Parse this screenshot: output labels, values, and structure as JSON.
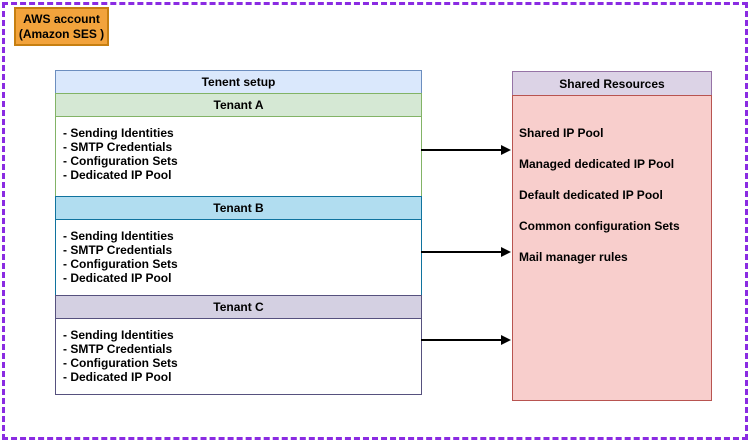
{
  "aws_account": {
    "line1": "AWS account",
    "line2": "(Amazon SES )"
  },
  "tenant_setup": {
    "title": "Tenent setup"
  },
  "tenants": [
    {
      "name": "Tenant A",
      "items": [
        "- Sending Identities",
        "- SMTP Credentials",
        "- Configuration Sets",
        "- Dedicated IP Pool"
      ]
    },
    {
      "name": "Tenant B",
      "items": [
        "- Sending Identities",
        "- SMTP Credentials",
        "- Configuration Sets",
        "- Dedicated IP Pool"
      ]
    },
    {
      "name": "Tenant C",
      "items": [
        "- Sending Identities",
        "- SMTP Credentials",
        "- Configuration Sets",
        "- Dedicated IP Pool"
      ]
    }
  ],
  "shared_resources": {
    "title": "Shared Resources",
    "items": [
      "Shared IP Pool",
      "Managed dedicated IP Pool",
      "Default dedicated IP Pool",
      "Common configuration Sets",
      "Mail manager rules"
    ]
  },
  "colors": {
    "boundary_dashed": "#8a2be2",
    "aws_box_fill": "#f2a33c",
    "aws_box_border": "#c67f11",
    "setup_fill": "#dae8fc",
    "setup_border": "#6c8ebf",
    "tenant_a_fill": "#d5e8d4",
    "tenant_a_border": "#82b366",
    "tenant_b_fill": "#b1ddf0",
    "tenant_b_border": "#10739e",
    "tenant_c_fill": "#d4d0e2",
    "tenant_c_border": "#56517e",
    "shared_header_fill": "#dcd3e6",
    "shared_header_border": "#9673a6",
    "shared_body_fill": "#f8cecc",
    "shared_body_border": "#b85450",
    "arrow": "#000000"
  }
}
